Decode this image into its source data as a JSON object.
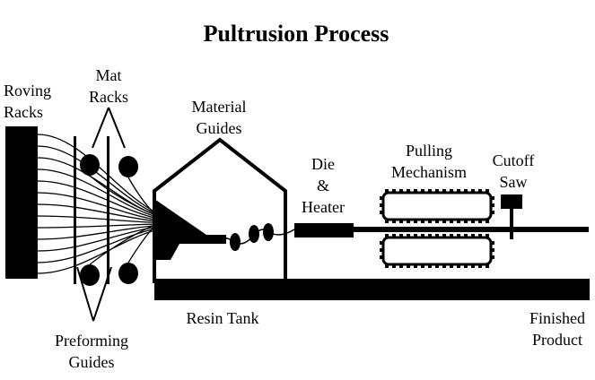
{
  "title": "Pultrusion Process",
  "labels": {
    "roving_racks": [
      "Roving",
      "Racks"
    ],
    "mat_racks": [
      "Mat",
      "Racks"
    ],
    "material_guides": [
      "Material",
      "Guides"
    ],
    "die_heater": [
      "Die",
      "&",
      "Heater"
    ],
    "pulling_mechanism": [
      "Pulling",
      "Mechanism"
    ],
    "cutoff_saw": [
      "Cutoff",
      "Saw"
    ],
    "resin_tank": "Resin Tank",
    "finished_product": [
      "Finished",
      "Product"
    ],
    "preforming_guides": [
      "Preforming",
      "Guides"
    ]
  },
  "colors": {
    "ink": "#000000",
    "paper": "#ffffff"
  }
}
